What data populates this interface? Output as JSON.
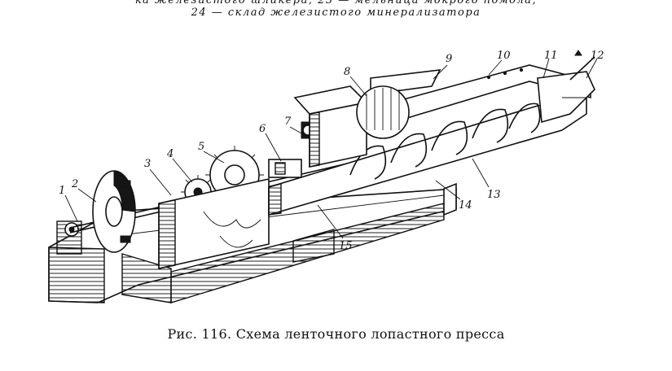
{
  "header": {
    "line1": "ка железистого шликера, 23 — мельница мокрого помола,",
    "line2": "24 — склад железистого минерализатора"
  },
  "caption": "Рис. 116. Схема ленточного лопастного пресса",
  "callouts": [
    "1",
    "2",
    "3",
    "4",
    "5",
    "6",
    "7",
    "8",
    "9",
    "10",
    "11",
    "12",
    "13",
    "14",
    "15"
  ]
}
